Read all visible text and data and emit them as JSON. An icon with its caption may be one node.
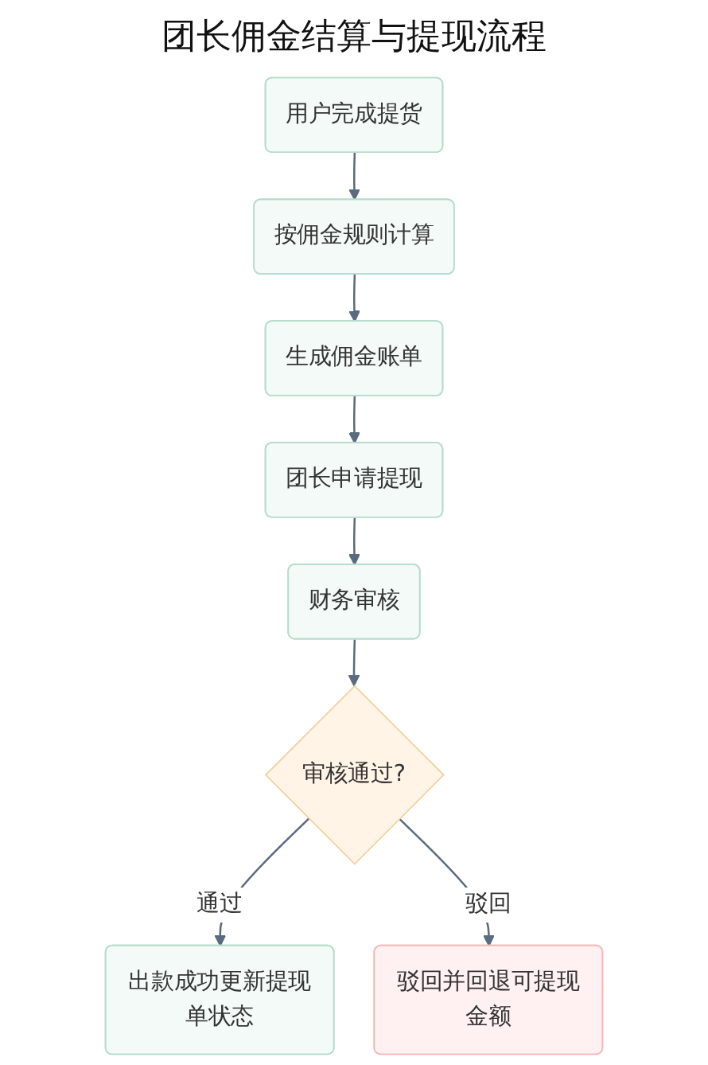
{
  "diagram": {
    "title": "团长佣金结算与提现流程",
    "nodes": [
      {
        "text": [
          "用户完成提货"
        ]
      },
      {
        "text": [
          "按佣金规则计算"
        ]
      },
      {
        "text": [
          "生成佣金账单"
        ]
      },
      {
        "text": [
          "团长申请提现"
        ]
      },
      {
        "text": [
          "财务审核"
        ]
      },
      {
        "text": [
          "审核通过?"
        ]
      },
      {
        "text": [
          "出款成功更新提现单状态"
        ]
      },
      {
        "text": [
          "驳回并回退可提现金额"
        ]
      }
    ],
    "edges": [
      {
        "from": 0,
        "to": 1,
        "arrow": "to"
      },
      {
        "from": 1,
        "to": 2,
        "arrow": "to"
      },
      {
        "from": 2,
        "to": 3,
        "arrow": "to"
      },
      {
        "from": 3,
        "to": 4,
        "arrow": "to"
      },
      {
        "from": 4,
        "to": 5,
        "arrow": "to"
      },
      {
        "from": 5,
        "to": 6,
        "arrow": "to",
        "label": "通过"
      },
      {
        "from": 5,
        "to": 7,
        "arrow": "to",
        "label": "驳回"
      }
    ]
  }
}
